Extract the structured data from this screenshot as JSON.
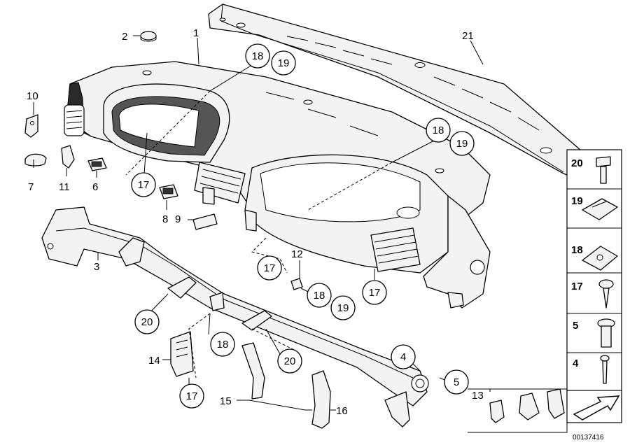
{
  "diagram": {
    "reference_number": "00137416",
    "callouts": {
      "c1": "1",
      "c2": "2",
      "c3": "3",
      "c4": "4",
      "c5": "5",
      "c6": "6",
      "c7": "7",
      "c8": "8",
      "c9": "9",
      "c10": "10",
      "c11": "11",
      "c12": "12",
      "c13": "13",
      "c14": "14",
      "c15": "15",
      "c16": "16",
      "c21": "21"
    },
    "bubbles": {
      "b18a": "18",
      "b19a": "19",
      "b18b": "18",
      "b19b": "19",
      "b17a": "17",
      "b17b": "17",
      "b17c": "17",
      "b17d": "17",
      "b18c": "18",
      "b19c": "19",
      "b20a": "20",
      "b18d": "18",
      "b20b": "20",
      "b4": "4",
      "b5": "5"
    },
    "sidebar_labels": {
      "s20": "20",
      "s19": "19",
      "s18": "18",
      "s17": "17",
      "s5": "5",
      "s4": "4"
    }
  }
}
